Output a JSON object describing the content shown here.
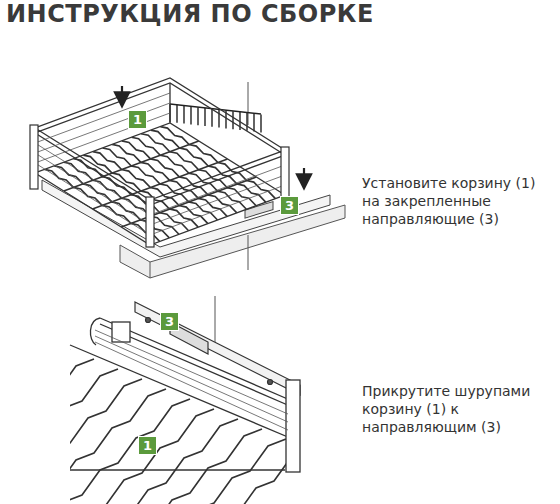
{
  "diagram": {
    "title": "ИНСТРУКЦИЯ ПО СБОРКЕ",
    "labels": [
      "1",
      "3",
      "Установите корзину (1) на закрепленные направляющие (3)",
      "3",
      "1",
      "Прикрутите шурупами корзину (1) к направляющим (3)"
    ]
  }
}
